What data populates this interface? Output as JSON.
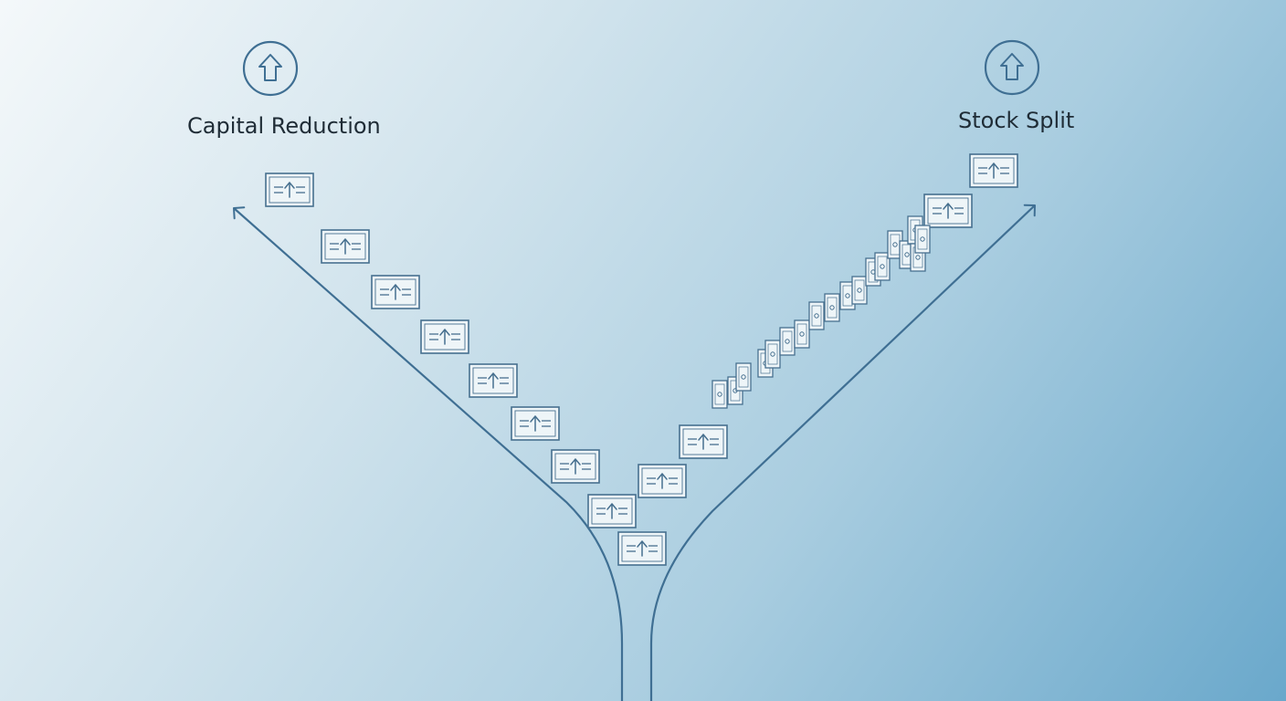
{
  "diagram": {
    "left_branch": {
      "title": "Capital Reduction",
      "icon": "up-arrow-circle-icon",
      "certificate_count": 9,
      "certificate_icon": "stock-certificate-icon"
    },
    "right_branch": {
      "title": "Stock Split",
      "icon": "up-arrow-circle-icon",
      "certificate_count": 22,
      "certificate_icon": "stock-certificate-icon"
    }
  },
  "colors": {
    "line": "#3f6f93",
    "certificate_fill": "#eef5f8",
    "certificate_stroke": "#47708f",
    "text": "#1f2c36"
  }
}
